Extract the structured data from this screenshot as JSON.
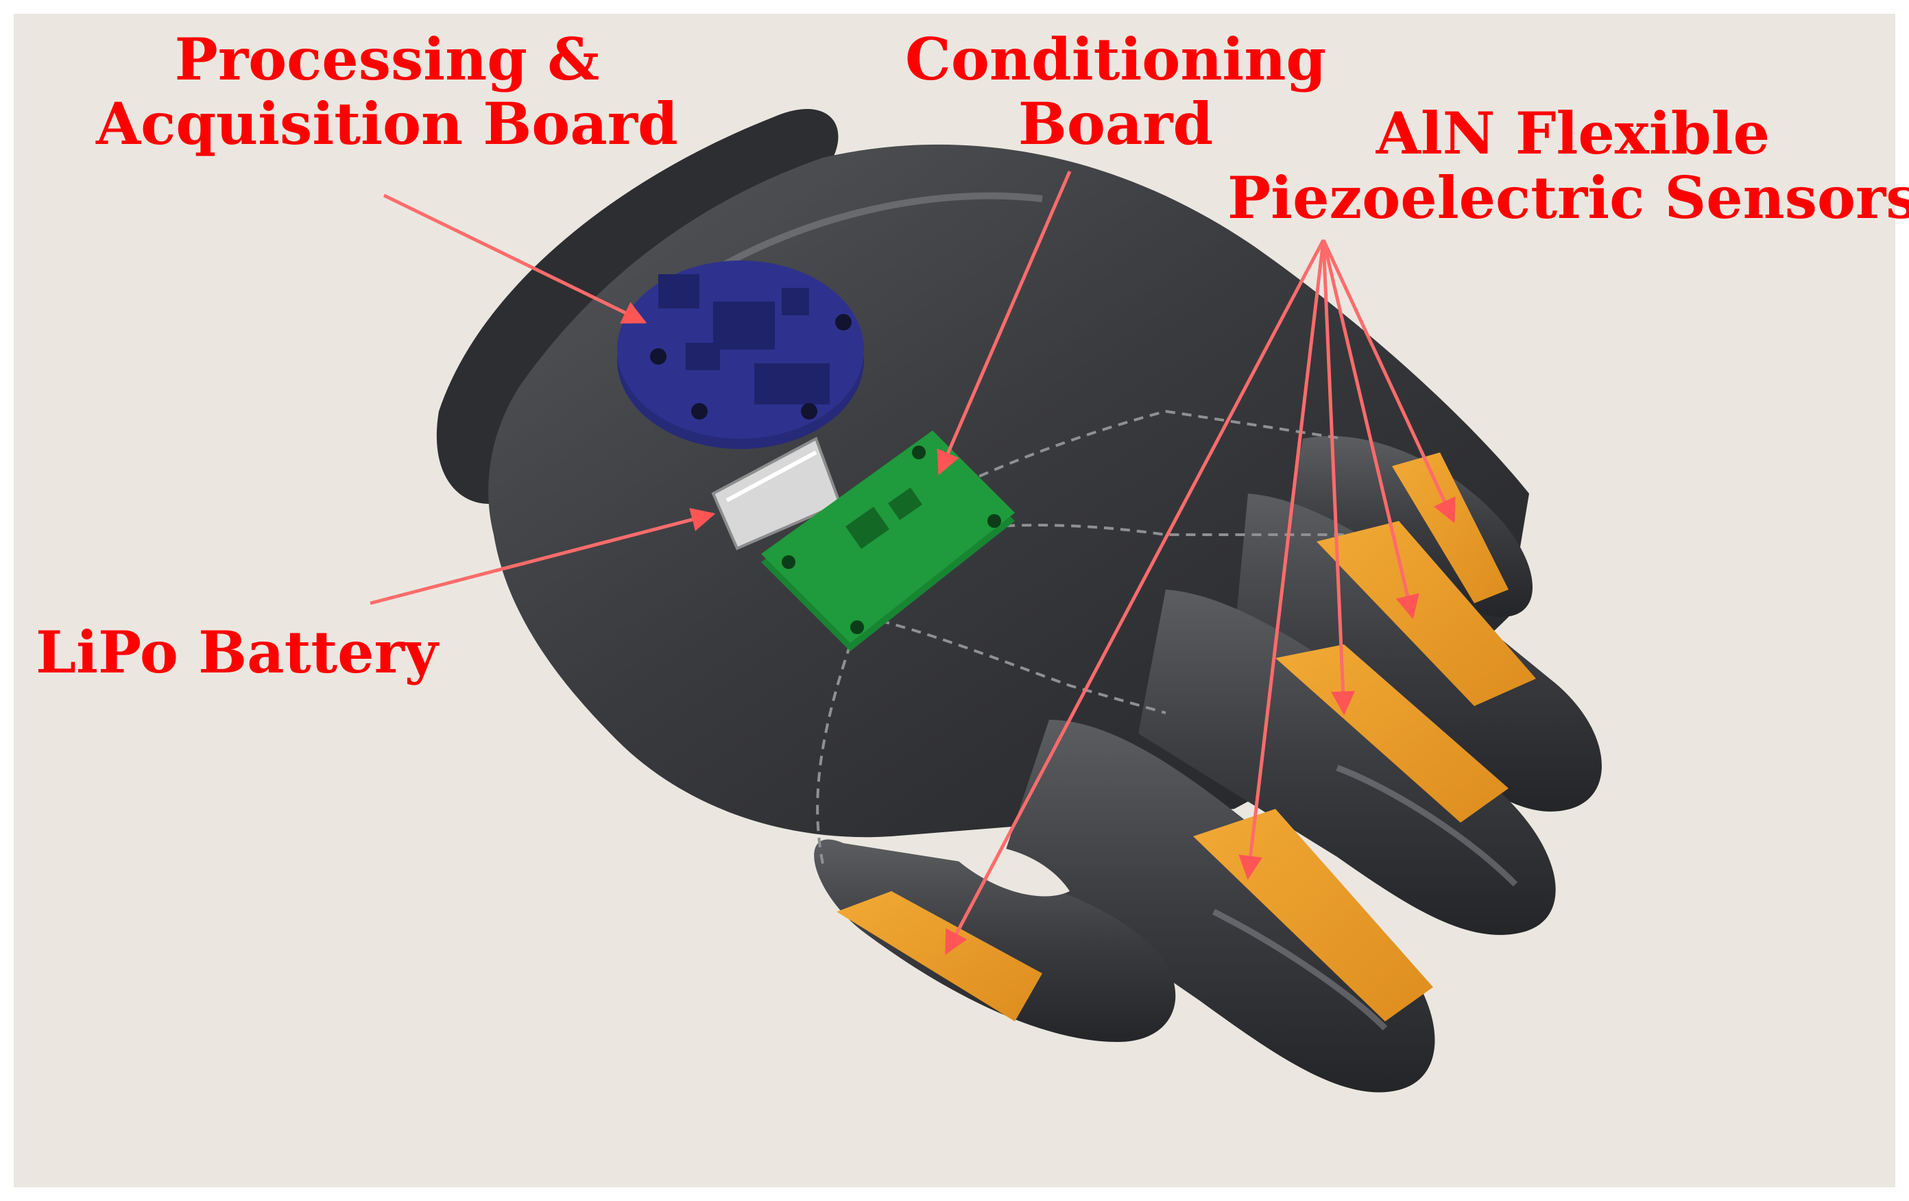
{
  "labels": {
    "processing_board": [
      "Processing &",
      "Acquisition Board"
    ],
    "conditioning_board": [
      "Conditioning",
      "Board"
    ],
    "sensors": [
      "AlN Flexible",
      "Piezoelectric Sensors"
    ],
    "battery": [
      "LiPo Battery"
    ]
  },
  "colors": {
    "background": "#ebe7e0",
    "frame": "#ffffff",
    "label_text": "#ff0000",
    "arrow": "#ff6b6b",
    "glove": "#38393c",
    "processing_board": "#2e328e",
    "conditioning_board": "#1f9a3c",
    "sensor_patch": "#e99a26",
    "battery": "#d8d8d8"
  },
  "components": [
    "processing-board",
    "conditioning-board",
    "lipo-battery",
    "piezoelectric-sensor-patches",
    "glove"
  ]
}
